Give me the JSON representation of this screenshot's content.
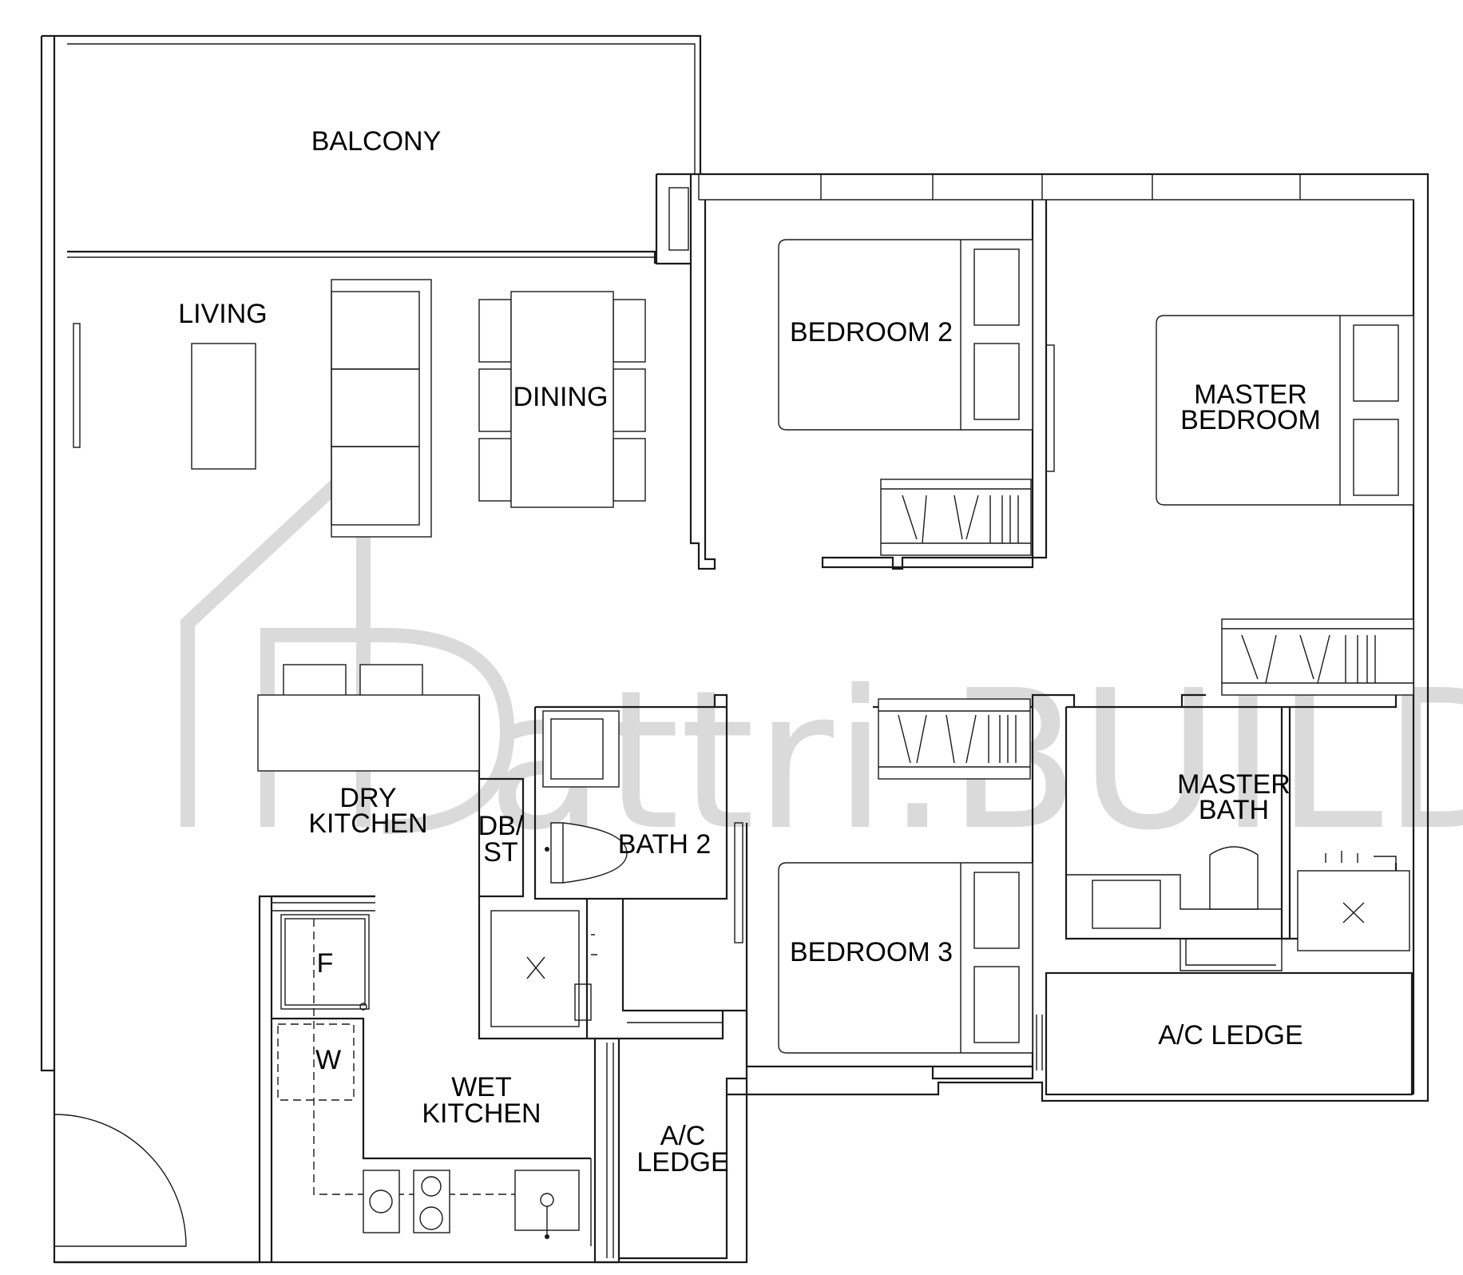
{
  "rooms": {
    "balcony": "BALCONY",
    "living": "LIVING",
    "dining": "DINING",
    "bedroom2": "BEDROOM 2",
    "master_bedroom_line1": "MASTER",
    "master_bedroom_line2": "BEDROOM",
    "dry_kitchen_line1": "DRY",
    "dry_kitchen_line2": "KITCHEN",
    "db_st_line1": "DB/",
    "db_st_line2": "ST",
    "bath2": "BATH 2",
    "master_bath_line1": "MASTER",
    "master_bath_line2": "BATH",
    "bedroom3": "BEDROOM 3",
    "ac_ledge_right": "A/C LEDGE",
    "wet_kitchen_line1": "WET",
    "wet_kitchen_line2": "KITCHEN",
    "ac_ledge_bottom_line1": "A/C",
    "ac_ledge_bottom_line2": "LEDGE",
    "fridge": "F",
    "washer": "W"
  },
  "watermark": {
    "text": "attri.BUILD"
  }
}
